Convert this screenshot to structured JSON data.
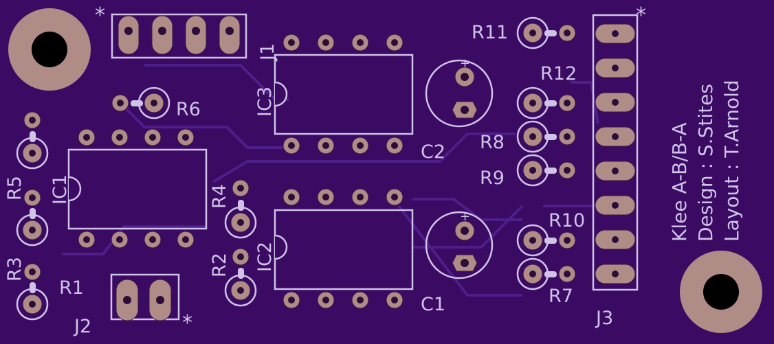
{
  "board": {
    "colors": {
      "substrate": "#3b0a63",
      "copper": "#b08c87",
      "silkscreen": "#cfc3e8",
      "trace": "#4e1f8a"
    },
    "refdes": {
      "J1": "J1",
      "J2": "J2",
      "J3": "J3",
      "IC1": "IC1",
      "IC2": "IC2",
      "IC3": "IC3",
      "C1": "C1",
      "C2": "C2",
      "R1": "R1",
      "R2": "R2",
      "R3": "R3",
      "R4": "R4",
      "R5": "R5",
      "R6": "R6",
      "R7": "R7",
      "R8": "R8",
      "R9": "R9",
      "R10": "R10",
      "R11": "R11",
      "R12": "R12"
    },
    "info": {
      "title": "Klee A-B/B-A",
      "design": "Design : S.Stites",
      "layout": "Layout : T.Arnold"
    },
    "pin1_marker": "*"
  }
}
